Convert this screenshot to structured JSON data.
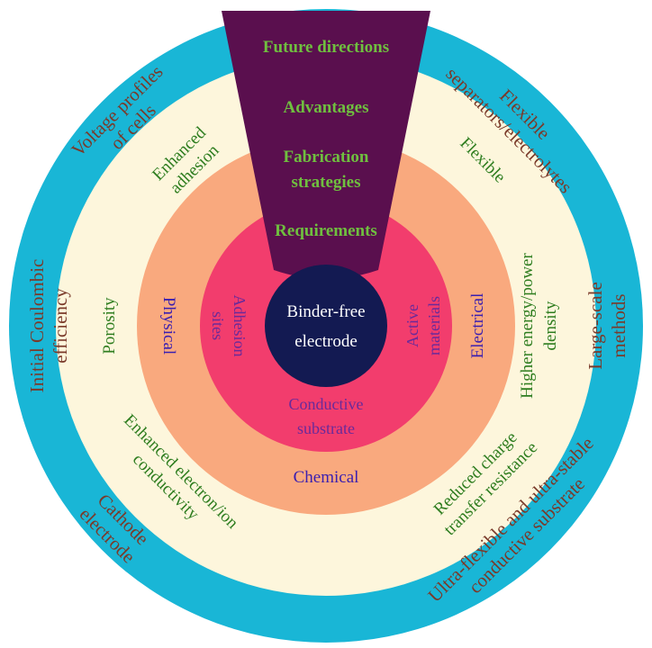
{
  "colors": {
    "outer_ring": "#19b6d6",
    "beige_ring": "#fdf6dc",
    "peach_ring": "#f9a97e",
    "pink_ring": "#f23d6d",
    "core": "#131a52",
    "wedge": "#5a0f4e"
  },
  "core": {
    "line1": "Binder-free",
    "line2": "electrode"
  },
  "wedge": {
    "future": "Future directions",
    "advantages": "Advantages",
    "fabrication1": "Fabrication",
    "fabrication2": "strategies",
    "requirements": "Requirements"
  },
  "pink_ring": {
    "adhesion1": "Adhesion",
    "adhesion2": "sites",
    "active1": "Active",
    "active2": "materials",
    "conductive1": "Conductive",
    "conductive2": "substrate"
  },
  "peach_ring": {
    "physical": "Physical",
    "electrical": "Electrical",
    "chemical": "Chemical"
  },
  "beige_ring": {
    "enhanced_adhesion1": "Enhanced",
    "enhanced_adhesion2": "adhesion",
    "flexible": "Flexible",
    "porosity": "Porosity",
    "higher1": "Higher energy/power",
    "higher2": "density",
    "enhanced_cond1": "Enhanced electron/ion",
    "enhanced_cond2": "conductivity",
    "reduced1": "Reduced charge",
    "reduced2": "transfer resistance"
  },
  "outer_ring": {
    "voltage1": "Voltage profiles",
    "voltage2": "of cells",
    "flexsep1": "Flexible",
    "flexsep2": "separators/electrolytes",
    "initial1": "Initial Coulombic",
    "initial2": "efficiency",
    "large1": "Large-scale",
    "large2": "methods",
    "cathode1": "Cathode",
    "cathode2": "electrode",
    "ultra1": "Ultra-flexible and ultra-stable",
    "ultra2": "conductive substrate"
  }
}
